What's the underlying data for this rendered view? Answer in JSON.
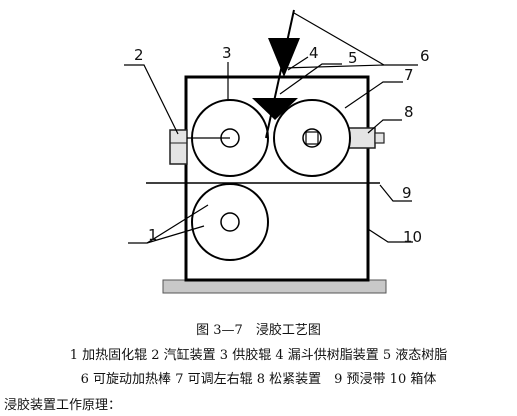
{
  "figure": {
    "callouts": [
      "1",
      "2",
      "3",
      "4",
      "5",
      "6",
      "7",
      "8",
      "9",
      "10"
    ]
  },
  "caption": {
    "title": "图 3—7　浸胶工艺图",
    "legend_line_1": "1 加热固化辊 2 汽缸装置 3 供胶辊 4 漏斗供树脂装置 5 液态树脂",
    "legend_line_2": "6 可旋动加热棒 7 可调左右辊 8 松紧装置　9 预浸带 10 箱体"
  },
  "body_text": {
    "heading": "浸胶装置工作原理："
  }
}
